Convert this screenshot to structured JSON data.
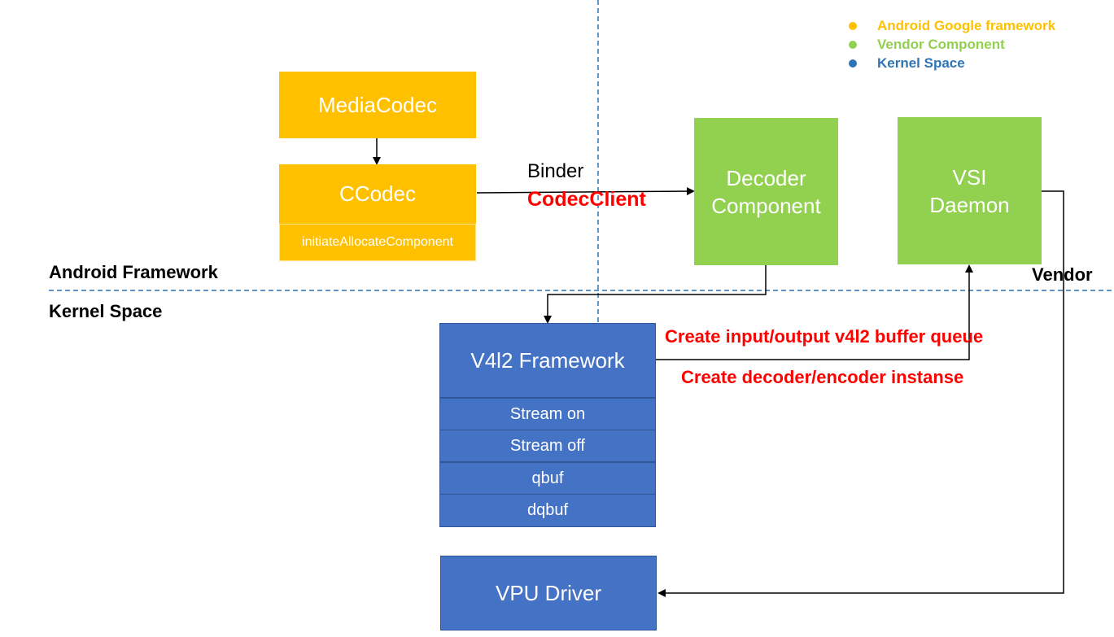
{
  "legend": [
    {
      "label": "Android Google framework",
      "color": "#ffc000"
    },
    {
      "label": "Vendor Component",
      "color": "#92d050"
    },
    {
      "label": "Kernel Space",
      "color": "#2e75b6"
    }
  ],
  "regions": {
    "android_framework": "Android Framework",
    "kernel_space": "Kernel Space",
    "vendor": "Vendor"
  },
  "nodes": {
    "mediacodec": "MediaCodec",
    "ccodec": "CCodec",
    "ccodec_sub": "initiateAllocateComponent",
    "decoder_line1": "Decoder",
    "decoder_line2": "Component",
    "vsi_line1": "VSI",
    "vsi_line2": "Daemon",
    "v4l2": "V4l2 Framework",
    "v4l2_ops": [
      "Stream on",
      "Stream off",
      "qbuf",
      "dqbuf"
    ],
    "vpu": "VPU Driver"
  },
  "edge_labels": {
    "binder": "Binder",
    "codecclient": "CodecClient",
    "create_queue": "Create input/output v4l2 buffer queue",
    "create_instance": "Create decoder/encoder instanse"
  },
  "colors": {
    "android": "#ffc000",
    "vendor": "#92d050",
    "kernel": "#4472c4",
    "highlight": "#ff0000",
    "divider": "#2e75b6"
  }
}
